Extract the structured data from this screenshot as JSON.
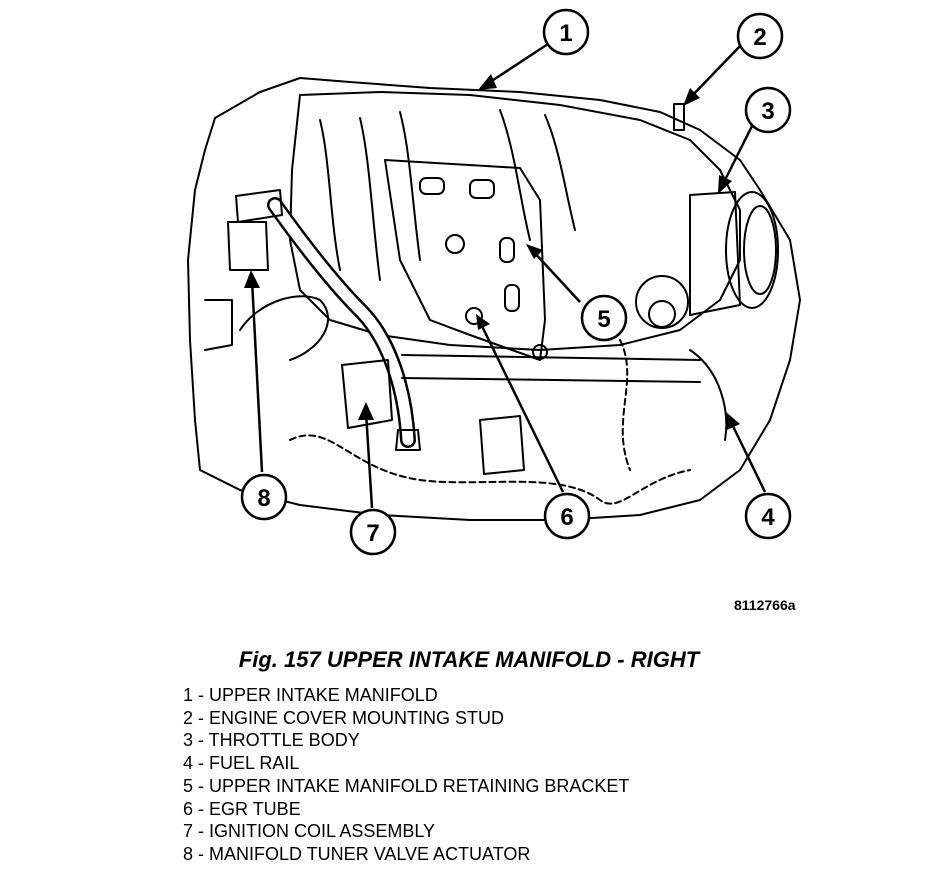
{
  "diagram": {
    "reference_code": "8112766a",
    "callouts": [
      {
        "number": "1"
      },
      {
        "number": "2"
      },
      {
        "number": "3"
      },
      {
        "number": "4"
      },
      {
        "number": "5"
      },
      {
        "number": "6"
      },
      {
        "number": "7"
      },
      {
        "number": "8"
      }
    ]
  },
  "figure": {
    "title": "Fig. 157 UPPER INTAKE MANIFOLD - RIGHT"
  },
  "legend": [
    "1 - UPPER INTAKE MANIFOLD",
    "2 - ENGINE COVER MOUNTING STUD",
    "3 - THROTTLE BODY",
    "4 - FUEL RAIL",
    "5 - UPPER INTAKE MANIFOLD RETAINING BRACKET",
    "6 - EGR TUBE",
    "7 - IGNITION COIL ASSEMBLY",
    "8 - MANIFOLD TUNER VALVE ACTUATOR"
  ]
}
